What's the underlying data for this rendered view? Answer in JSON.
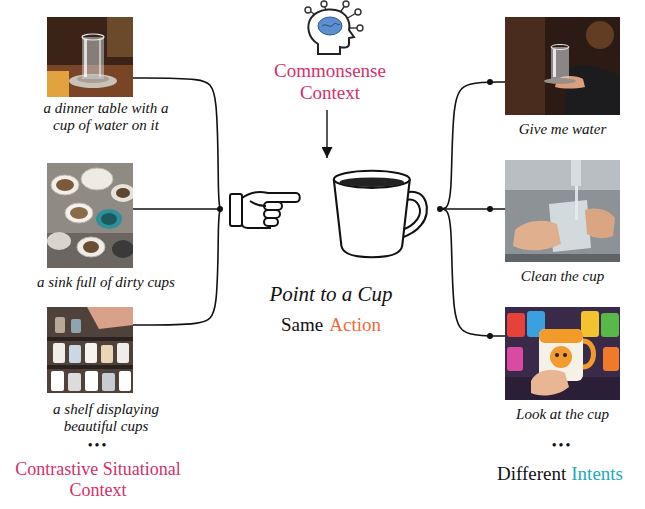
{
  "diagram": {
    "nodes": [
      {
        "text": [
          "a dinner table with a cup of water on it"
        ]
      },
      {
        "text": [
          "a sink full of dirty cups"
        ]
      },
      {
        "text": [
          "a shelf displaying beautiful cups"
        ]
      },
      {
        "text": [
          "Commonsense Context"
        ]
      },
      {
        "text": [
          "Point to a Cup",
          "Same",
          "Action"
        ]
      },
      {
        "text": [
          "Give me water"
        ]
      },
      {
        "text": [
          "Clean the cup"
        ]
      },
      {
        "text": [
          "Look at the cup"
        ]
      }
    ],
    "edges": [
      {
        "from": 0,
        "to": 4,
        "arrow": "none"
      },
      {
        "from": 1,
        "to": 4,
        "arrow": "none"
      },
      {
        "from": 2,
        "to": 4,
        "arrow": "none"
      },
      {
        "from": 3,
        "to": 4,
        "arrow": "to"
      },
      {
        "from": 4,
        "to": 5,
        "arrow": "none"
      },
      {
        "from": 4,
        "to": 6,
        "arrow": "none"
      },
      {
        "from": 4,
        "to": 7,
        "arrow": "none"
      }
    ],
    "labels": [
      "•••",
      "Contrastive Situational Context",
      "•••",
      "Different",
      "Intents"
    ]
  }
}
